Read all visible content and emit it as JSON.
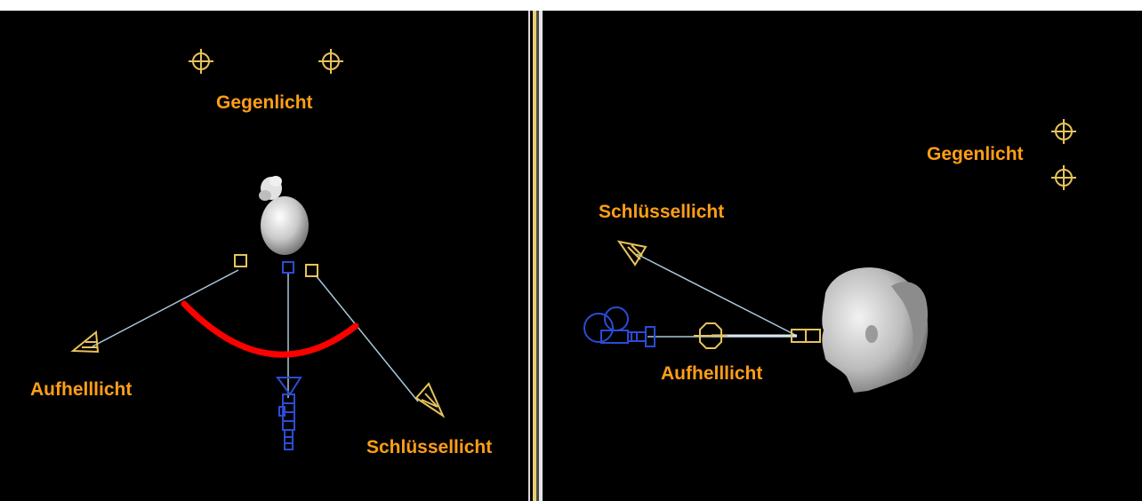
{
  "colors": {
    "background": "#000000",
    "label": "#ff9e17",
    "light_icon": "#e8c35a",
    "camera_icon": "#2a4cd6",
    "light_line": "#a9c8da",
    "arc": "#ff0000"
  },
  "left_view": {
    "labels": {
      "back_light": "Gegenlicht",
      "fill_light": "Aufhelllicht",
      "key_light": "Schlüssellicht"
    }
  },
  "right_view": {
    "labels": {
      "back_light": "Gegenlicht",
      "fill_light": "Aufhelllicht",
      "key_light": "Schlüssellicht"
    }
  }
}
